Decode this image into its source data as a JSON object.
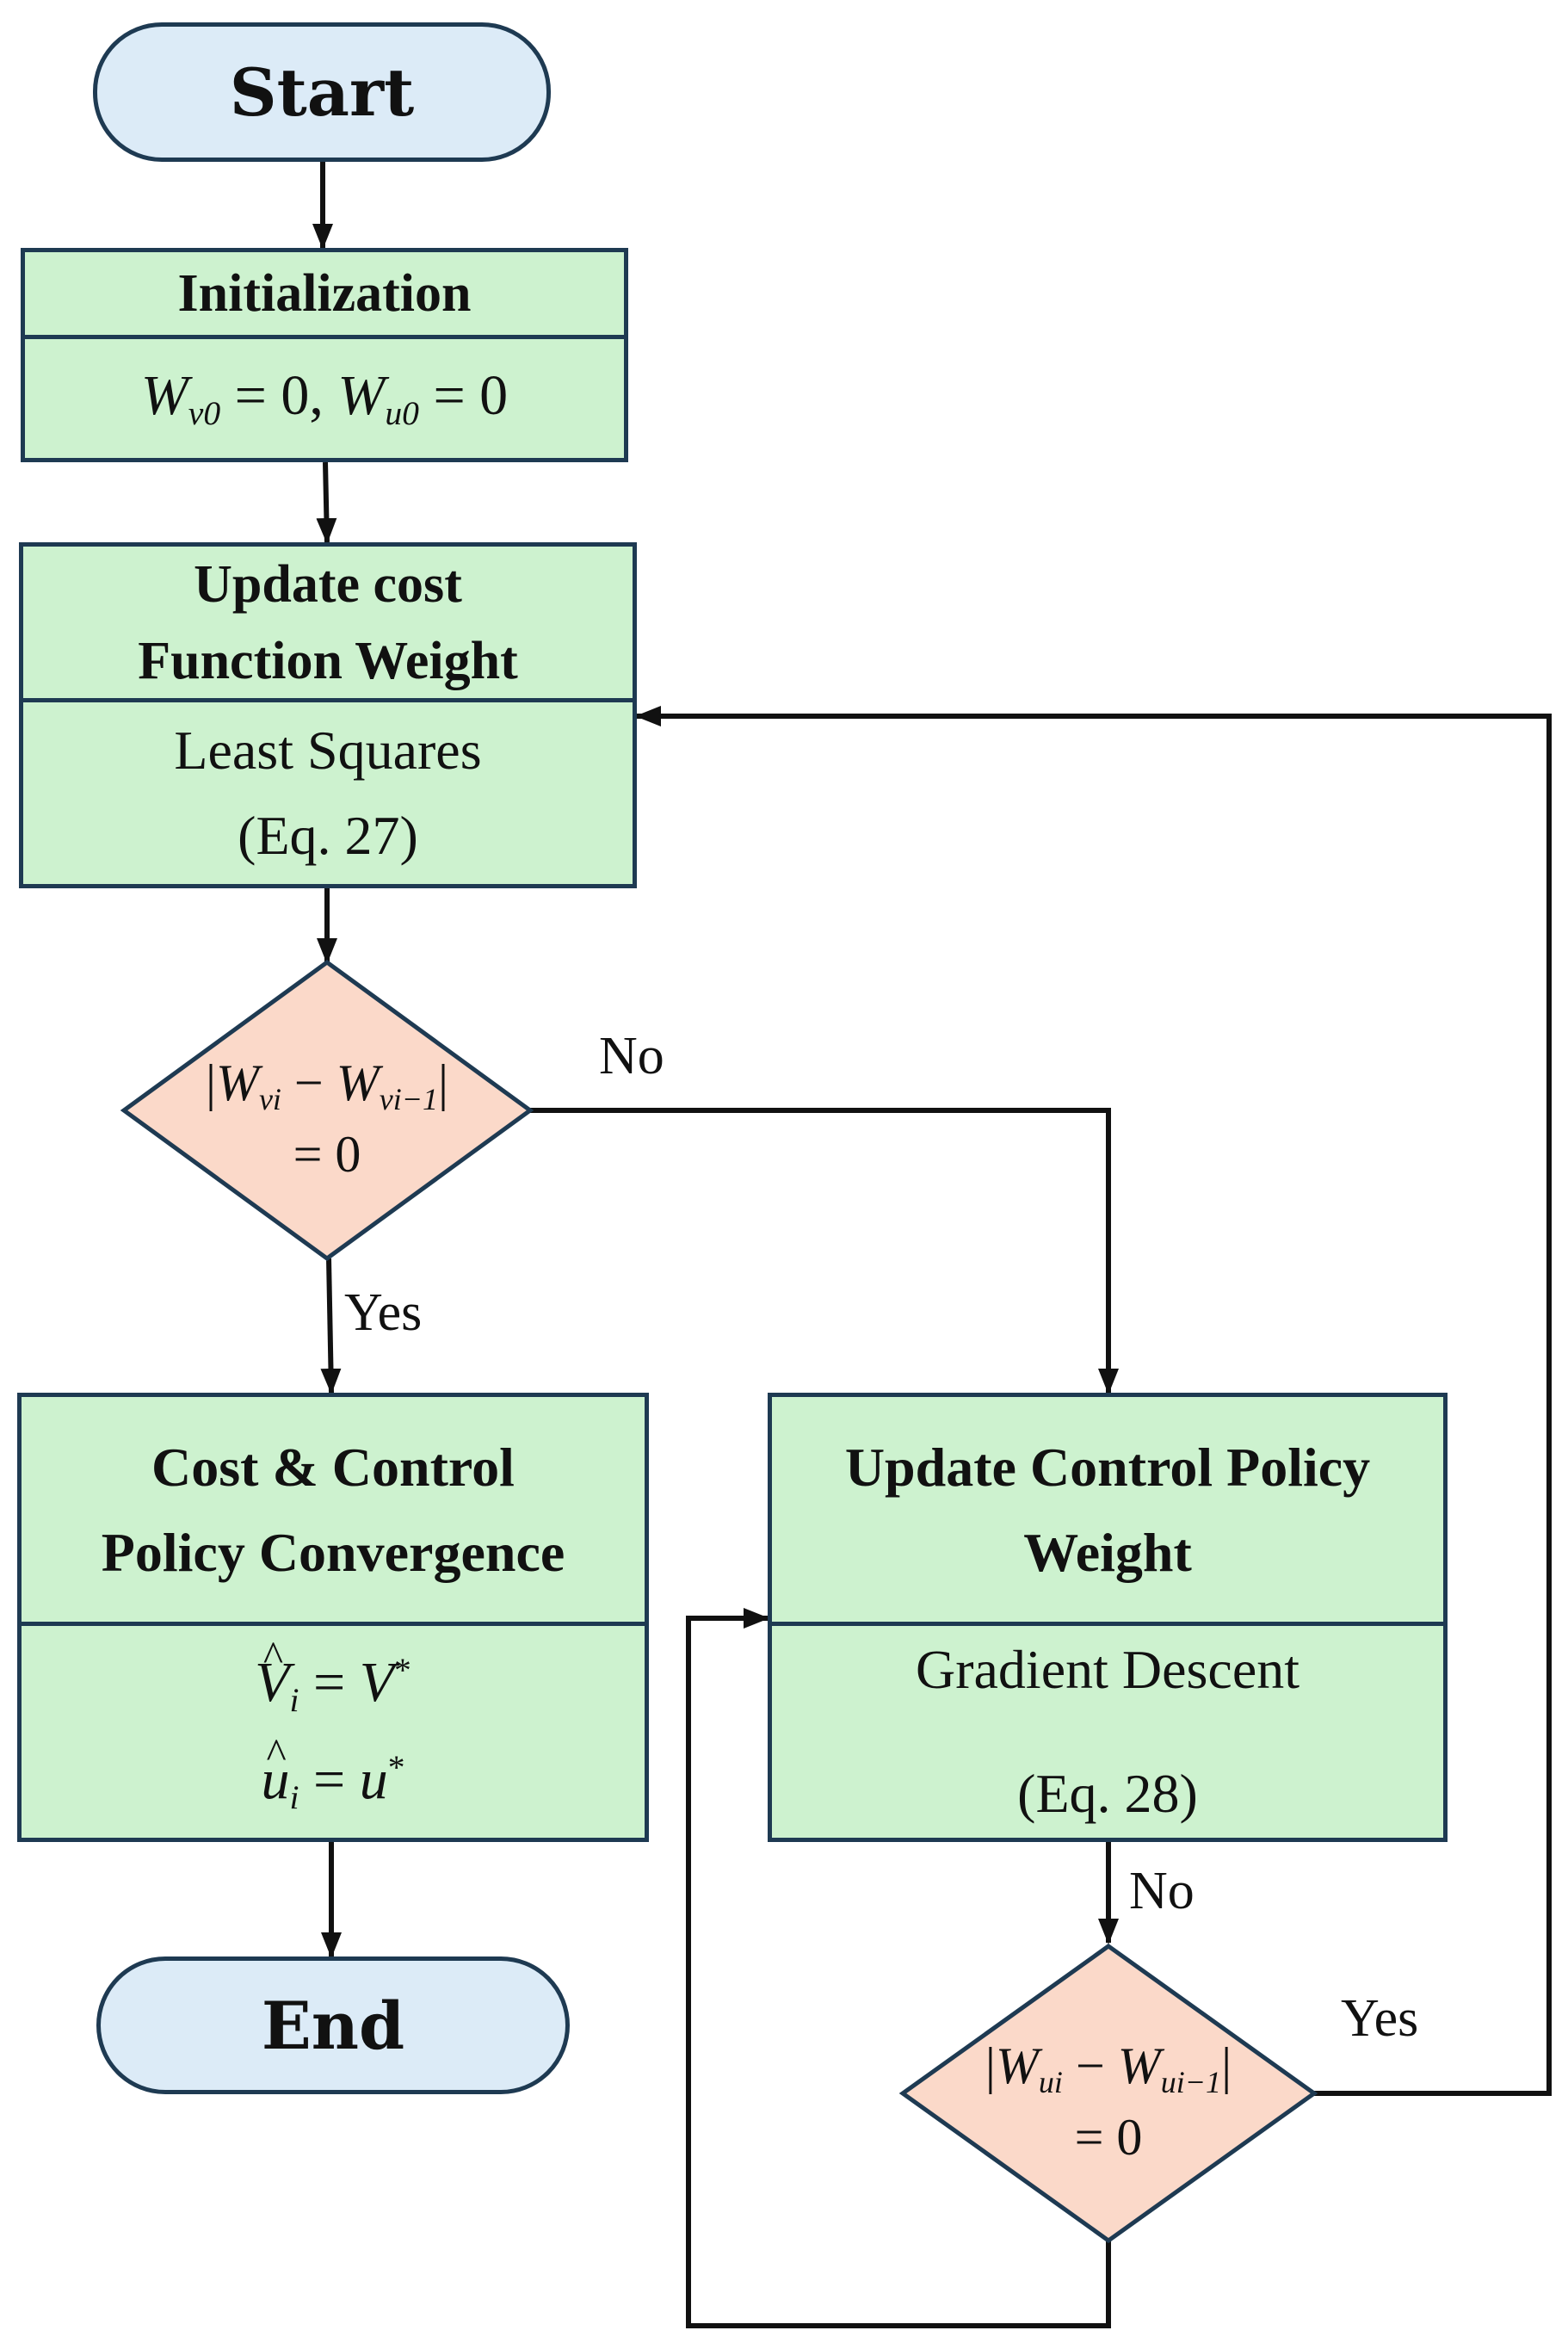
{
  "start": {
    "label": "Start"
  },
  "init": {
    "title": "Initialization",
    "formula": {
      "w1": "W",
      "s1": "v0",
      "eq1": "= 0,",
      "w2": "W",
      "s2": "u0",
      "eq2": "= 0"
    }
  },
  "cost_update": {
    "title_line1": "Update cost",
    "title_line2": "Function Weight",
    "method": "Least Squares",
    "ref": "(Eq. 27)"
  },
  "decision_cost": {
    "w1": "W",
    "s1": "vi",
    "minus": "−",
    "w2": "W",
    "s2": "vi−1",
    "eq": "= 0",
    "no_label": "No",
    "yes_label": "Yes"
  },
  "converge": {
    "title_line1": "Cost & Control",
    "title_line2": "Policy Convergence",
    "eq1": {
      "lhs": "V",
      "sub": "i",
      "rel": "=",
      "rhs": "V",
      "sup": "*"
    },
    "eq2": {
      "lhs": "u",
      "sub": "i",
      "rel": "=",
      "rhs": "u",
      "sup": "*"
    }
  },
  "policy_update": {
    "title_line1": "Update Control Policy",
    "title_line2": "Weight",
    "method": "Gradient Descent",
    "ref": "(Eq. 28)"
  },
  "decision_policy": {
    "w1": "W",
    "s1": "ui",
    "minus": "−",
    "w2": "W",
    "s2": "ui−1",
    "eq": "= 0",
    "no_label": "No",
    "yes_label": "Yes"
  },
  "end": {
    "label": "End"
  },
  "colors": {
    "terminal_fill": "#dcebf7",
    "process_fill": "#cdf2cf",
    "decision_fill": "#fbd9c9",
    "stroke": "#1e3a52",
    "arrow": "#111111"
  }
}
